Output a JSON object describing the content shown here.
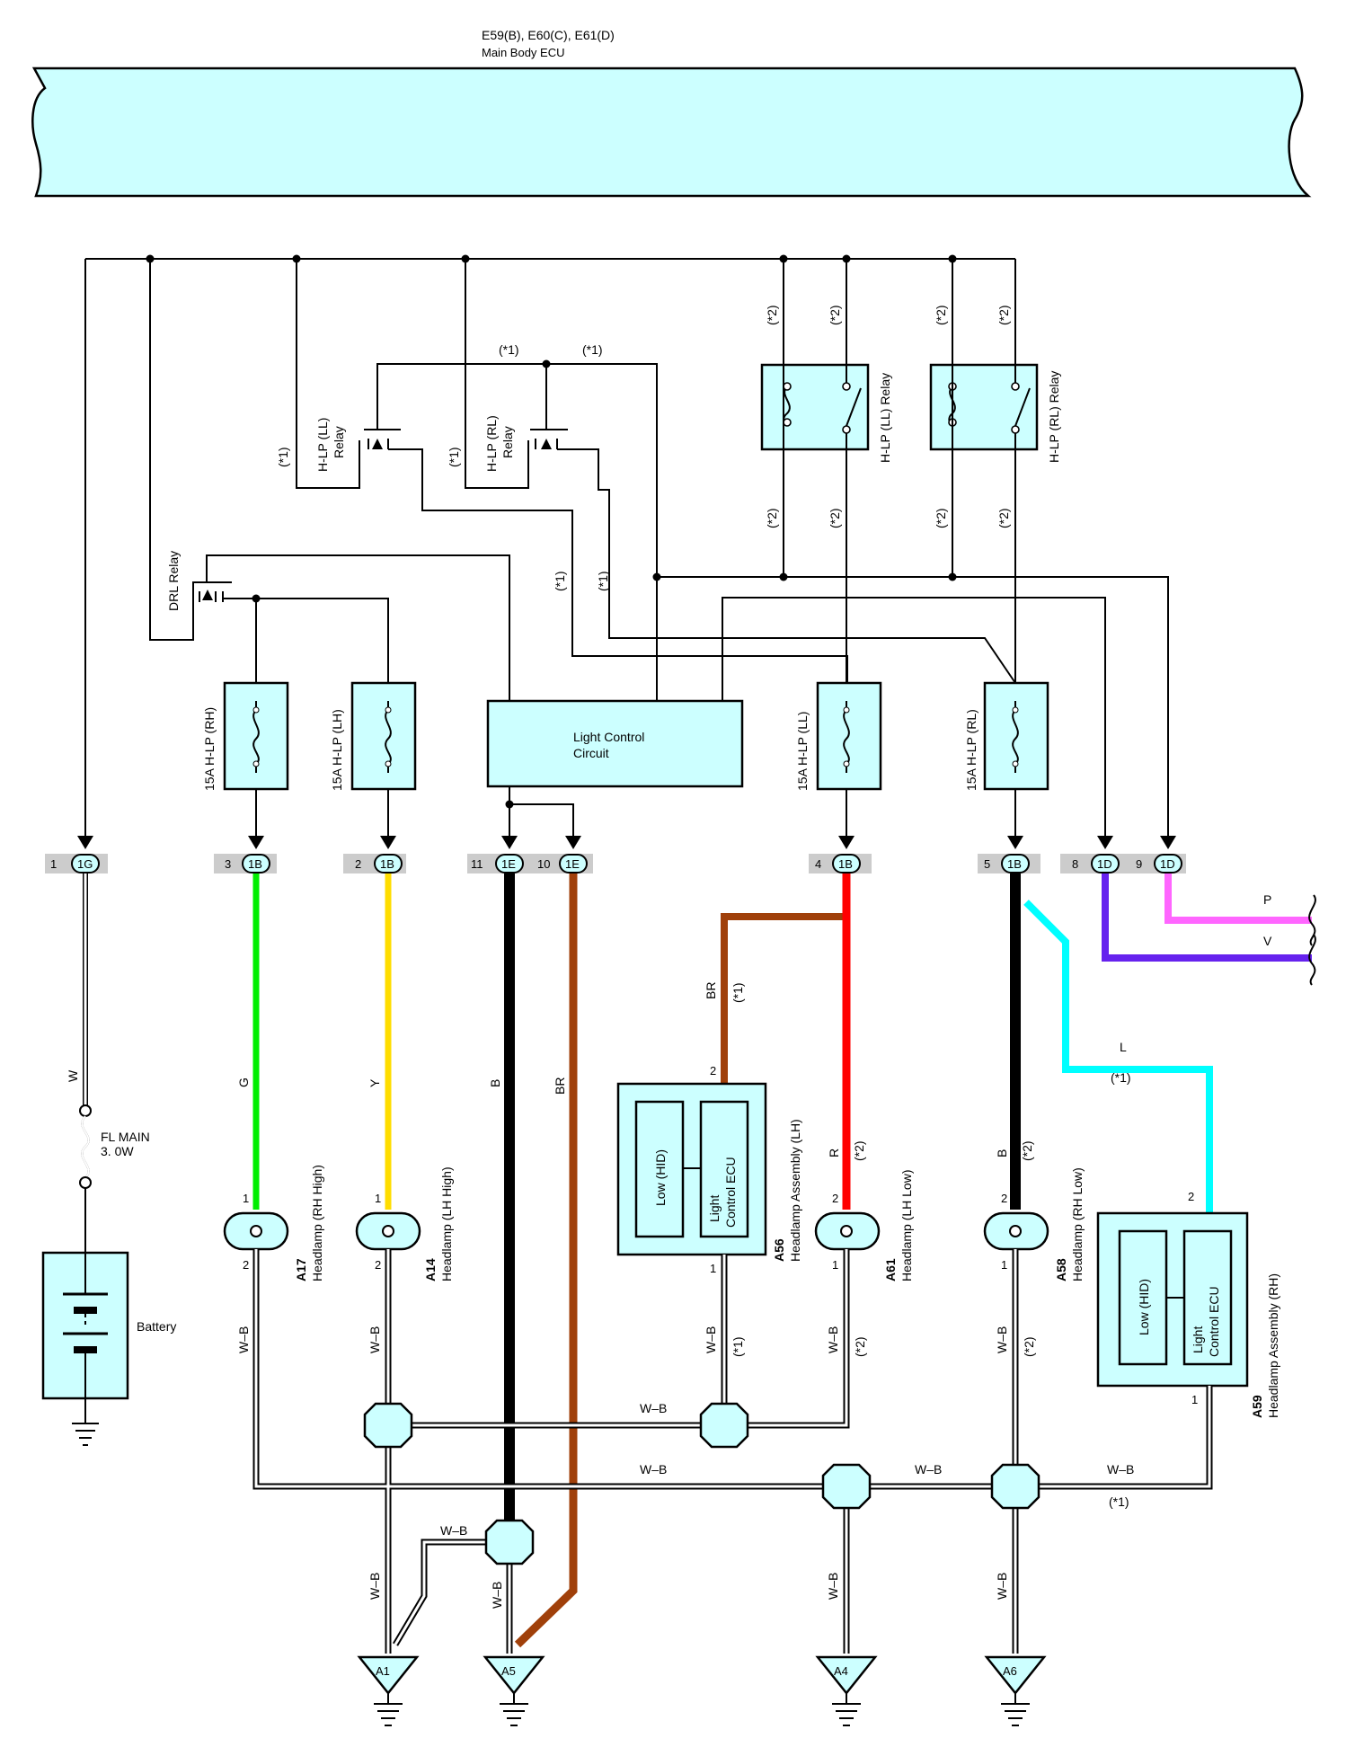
{
  "ecu": {
    "connectors": "E59(B), E60(C), E61(D)",
    "name": "Main Body ECU"
  },
  "relays": {
    "drl": "DRL Relay",
    "hlp_ll_1": "H-LP (LL)",
    "hlp_ll_2": "Relay",
    "hlp_rl_1": "H-LP (RL)",
    "hlp_rl_2": "Relay",
    "hlp_ll_full": "H-LP (LL) Relay",
    "hlp_rl_full": "H-LP (RL) Relay"
  },
  "notes": {
    "n1": "(*1)",
    "n2": "(*2)"
  },
  "fuses": {
    "rh": "15A H-LP (RH)",
    "lh": "15A H-LP (LH)",
    "ll": "15A H-LP (LL)",
    "rl": "15A H-LP (RL)",
    "main_1": "FL MAIN",
    "main_2": "3. 0W"
  },
  "light_control": {
    "line1": "Light Control",
    "line2": "Circuit"
  },
  "pins": [
    {
      "num": "1",
      "conn": "1G"
    },
    {
      "num": "3",
      "conn": "1B"
    },
    {
      "num": "2",
      "conn": "1B"
    },
    {
      "num": "11",
      "conn": "1E"
    },
    {
      "num": "10",
      "conn": "1E"
    },
    {
      "num": "4",
      "conn": "1B"
    },
    {
      "num": "5",
      "conn": "1B"
    },
    {
      "num": "8",
      "conn": "1D"
    },
    {
      "num": "9",
      "conn": "1D"
    }
  ],
  "wire_colors": {
    "W": "W",
    "G": "G",
    "Y": "Y",
    "B": "B",
    "BR": "BR",
    "R": "R",
    "L": "L",
    "P": "P",
    "V": "V",
    "WB": "W–B"
  },
  "color_hex": {
    "green": "#00ee00",
    "yellow": "#ffdd00",
    "black": "#000000",
    "brown": "#a0400a",
    "red": "#ff0000",
    "cyan": "#00ffff",
    "pink": "#ff66ff",
    "violet": "#6622ee",
    "component": "#ccffff"
  },
  "components": {
    "a17_id": "A17",
    "a17_name": "Headlamp (RH High)",
    "a14_id": "A14",
    "a14_name": "Headlamp (LH High)",
    "a56_id": "A56",
    "a56_name": "Headlamp Assembly (LH)",
    "a61_id": "A61",
    "a61_name": "Headlamp (LH Low)",
    "a58_id": "A58",
    "a58_name": "Headlamp (RH Low)",
    "a59_id": "A59",
    "a59_name": "Headlamp Assembly (RH)",
    "low_hid": "Low (HID)",
    "ecu_1": "Light",
    "ecu_2": "Control ECU",
    "battery": "Battery"
  },
  "pin_nums": {
    "p1": "1",
    "p2": "2"
  },
  "grounds": [
    "A1",
    "A5",
    "A4",
    "A6"
  ]
}
